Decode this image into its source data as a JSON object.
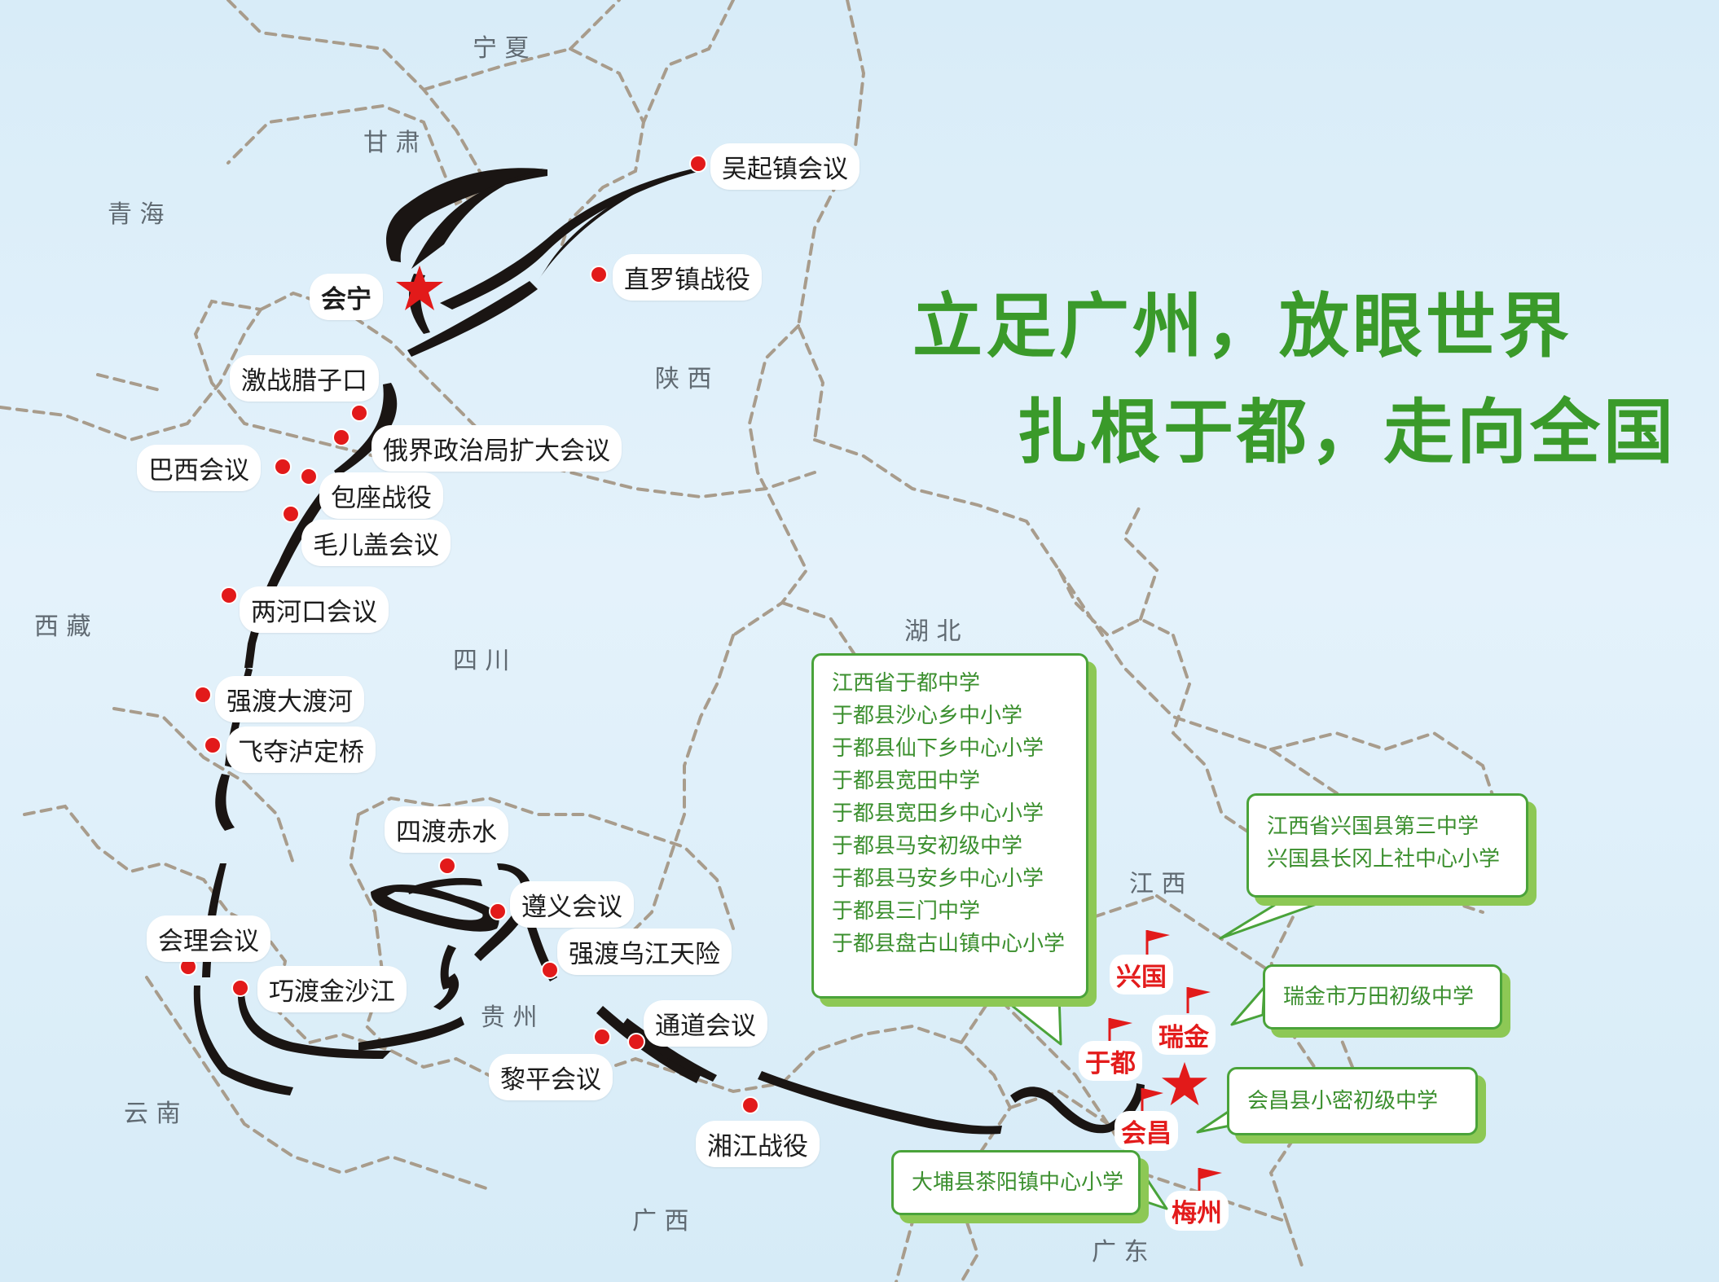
{
  "slogan": {
    "line1": "立足广州，放眼世界",
    "line2": "扎根于都，走向全国"
  },
  "provinces": {
    "ningxia": "宁 夏",
    "gansu": "甘 肃",
    "qinghai": "青 海",
    "shaanxi": "陕 西",
    "xizang": "西        藏",
    "sichuan": "四 川",
    "hubei": "湖 北",
    "jiangxi": "江 西",
    "guizhou": "贵 州",
    "yunnan": "云 南",
    "guangxi": "广 西",
    "guangdong": "广 东"
  },
  "route_points": {
    "wuqizhen": "吴起镇会议",
    "zhiluozhen": "直罗镇战役",
    "huining": "会宁",
    "lazikou": "激战腊子口",
    "ejie": "俄界政治局扩大会议",
    "baxi": "巴西会议",
    "baozuo": "包座战役",
    "maoergai": "毛儿盖会议",
    "lianghekou": "两河口会议",
    "daduhe": "强渡大渡河",
    "ludingqiao": "飞夺泸定桥",
    "sidu": "四渡赤水",
    "zunyi": "遵义会议",
    "wujiang": "强渡乌江天险",
    "huili": "会理会议",
    "jinshajiang": "巧渡金沙江",
    "tongdao": "通道会议",
    "liping": "黎平会议",
    "xiangjiang": "湘江战役"
  },
  "cities": {
    "xingguo": "兴国",
    "ruijin": "瑞金",
    "yudu": "于都",
    "huichang": "会昌",
    "meizhou": "梅州"
  },
  "schools": {
    "yudu": [
      "江西省于都中学",
      "于都县沙心乡中小学",
      "于都县仙下乡中心小学",
      "于都县宽田中学",
      "于都县宽田乡中心小学",
      "于都县马安初级中学",
      "于都县马安乡中心小学",
      "于都县三门中学",
      "于都县盘古山镇中心小学"
    ],
    "xingguo": [
      "江西省兴国县第三中学",
      "兴国县长冈上社中心小学"
    ],
    "ruijin": "瑞金市万田初级中学",
    "huichang": "会昌县小密初级中学",
    "dabu": "大埔县茶阳镇中心小学"
  },
  "colors": {
    "route": "#1a1513",
    "marker": "#e21a1a",
    "slogan": "#3a9a2a",
    "box_border": "#4aa33a",
    "box_shadow": "#8dc855",
    "border_line": "#a89c8c"
  }
}
